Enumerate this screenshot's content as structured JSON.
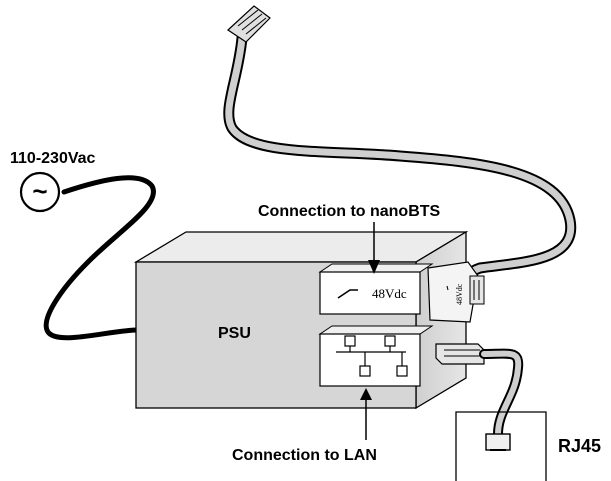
{
  "labels": {
    "ac_input": "110-230Vac",
    "ac_symbol": "~",
    "psu": "PSU",
    "connection_nanobts": "Connection to  nanoBTS",
    "connection_lan": "Connection to LAN",
    "rj45": "RJ45",
    "dc_panel": "48Vdc",
    "dc_plug": "48Vdc"
  }
}
